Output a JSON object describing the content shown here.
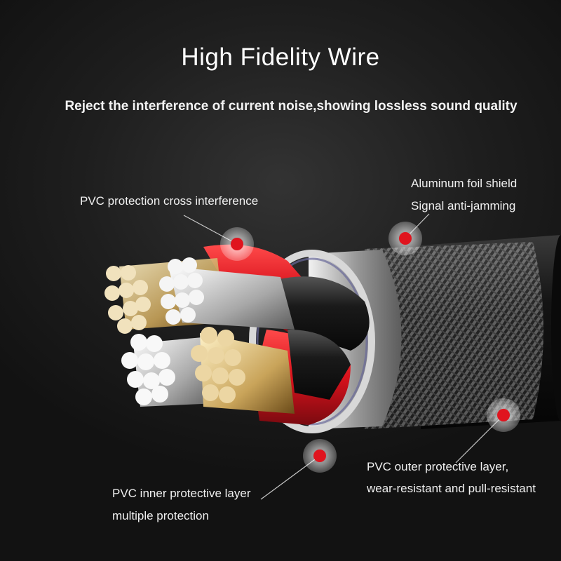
{
  "header": {
    "title": "High Fidelity Wire",
    "subtitle": "Reject the interference of current noise,showing lossless sound quality"
  },
  "callouts": {
    "pvc_protection": {
      "line1": "PVC protection cross interference"
    },
    "aluminum_foil": {
      "line1": "Aluminum foil shield",
      "line2": "Signal anti-jamming"
    },
    "pvc_inner": {
      "line1": "PVC inner protective layer",
      "line2": "multiple protection"
    },
    "pvc_outer": {
      "line1": "PVC outer protective layer,",
      "line2": "wear-resistant and pull-resistant"
    }
  },
  "colors": {
    "background": "#1a1a1a",
    "jacket": "#111111",
    "insulation_red": "#d8121c",
    "marker_red": "#e0141e",
    "conductor_copper": "#e8d2a0",
    "conductor_silver": "#e6e6e6"
  }
}
